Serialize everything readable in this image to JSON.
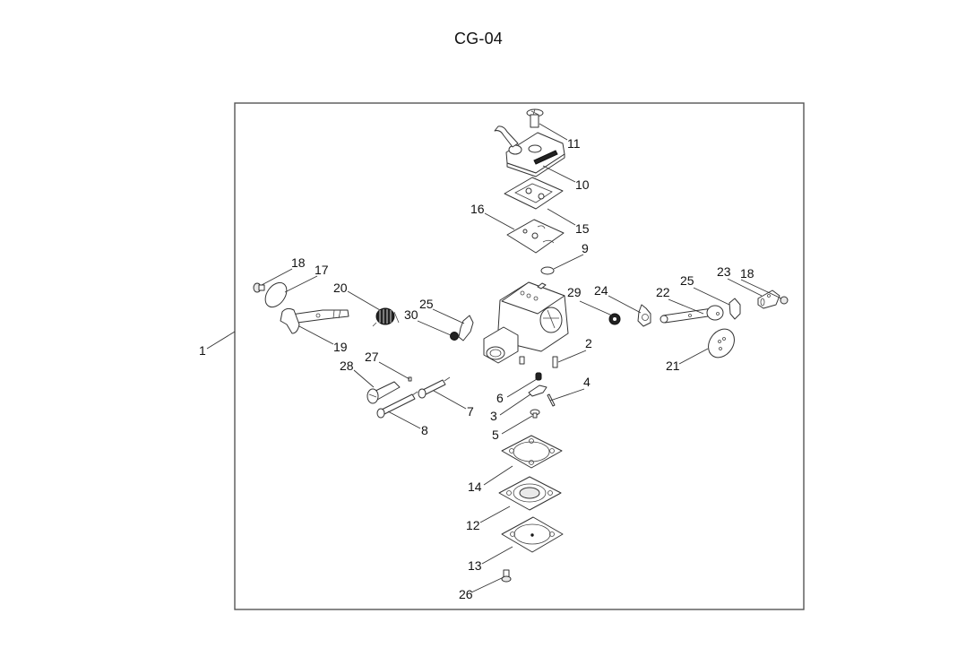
{
  "page": {
    "title": "CG-04"
  },
  "diagram": {
    "type": "exploded-parts-diagram",
    "subject": "carburetor assembly",
    "callouts": [
      {
        "number": "1",
        "part": "carburetor assembly"
      },
      {
        "number": "2",
        "part": "part 2"
      },
      {
        "number": "3",
        "part": "part 3"
      },
      {
        "number": "4",
        "part": "part 4"
      },
      {
        "number": "5",
        "part": "part 5"
      },
      {
        "number": "6",
        "part": "part 6"
      },
      {
        "number": "7",
        "part": "part 7"
      },
      {
        "number": "8",
        "part": "part 8"
      },
      {
        "number": "9",
        "part": "part 9"
      },
      {
        "number": "10",
        "part": "part 10"
      },
      {
        "number": "11",
        "part": "part 11"
      },
      {
        "number": "12",
        "part": "part 12"
      },
      {
        "number": "13",
        "part": "part 13"
      },
      {
        "number": "14",
        "part": "part 14"
      },
      {
        "number": "15",
        "part": "part 15"
      },
      {
        "number": "16",
        "part": "part 16"
      },
      {
        "number": "17",
        "part": "part 17"
      },
      {
        "number": "18",
        "part": "part 18 (left)"
      },
      {
        "number": "18",
        "part": "part 18 (right)"
      },
      {
        "number": "19",
        "part": "part 19"
      },
      {
        "number": "20",
        "part": "part 20"
      },
      {
        "number": "21",
        "part": "part 21"
      },
      {
        "number": "22",
        "part": "part 22"
      },
      {
        "number": "23",
        "part": "part 23"
      },
      {
        "number": "24",
        "part": "part 24"
      },
      {
        "number": "25",
        "part": "part 25 (left)"
      },
      {
        "number": "25",
        "part": "part 25 (right)"
      },
      {
        "number": "26",
        "part": "part 26"
      },
      {
        "number": "27",
        "part": "part 27"
      },
      {
        "number": "28",
        "part": "part 28"
      },
      {
        "number": "29",
        "part": "part 29"
      },
      {
        "number": "30",
        "part": "part 30"
      }
    ]
  }
}
